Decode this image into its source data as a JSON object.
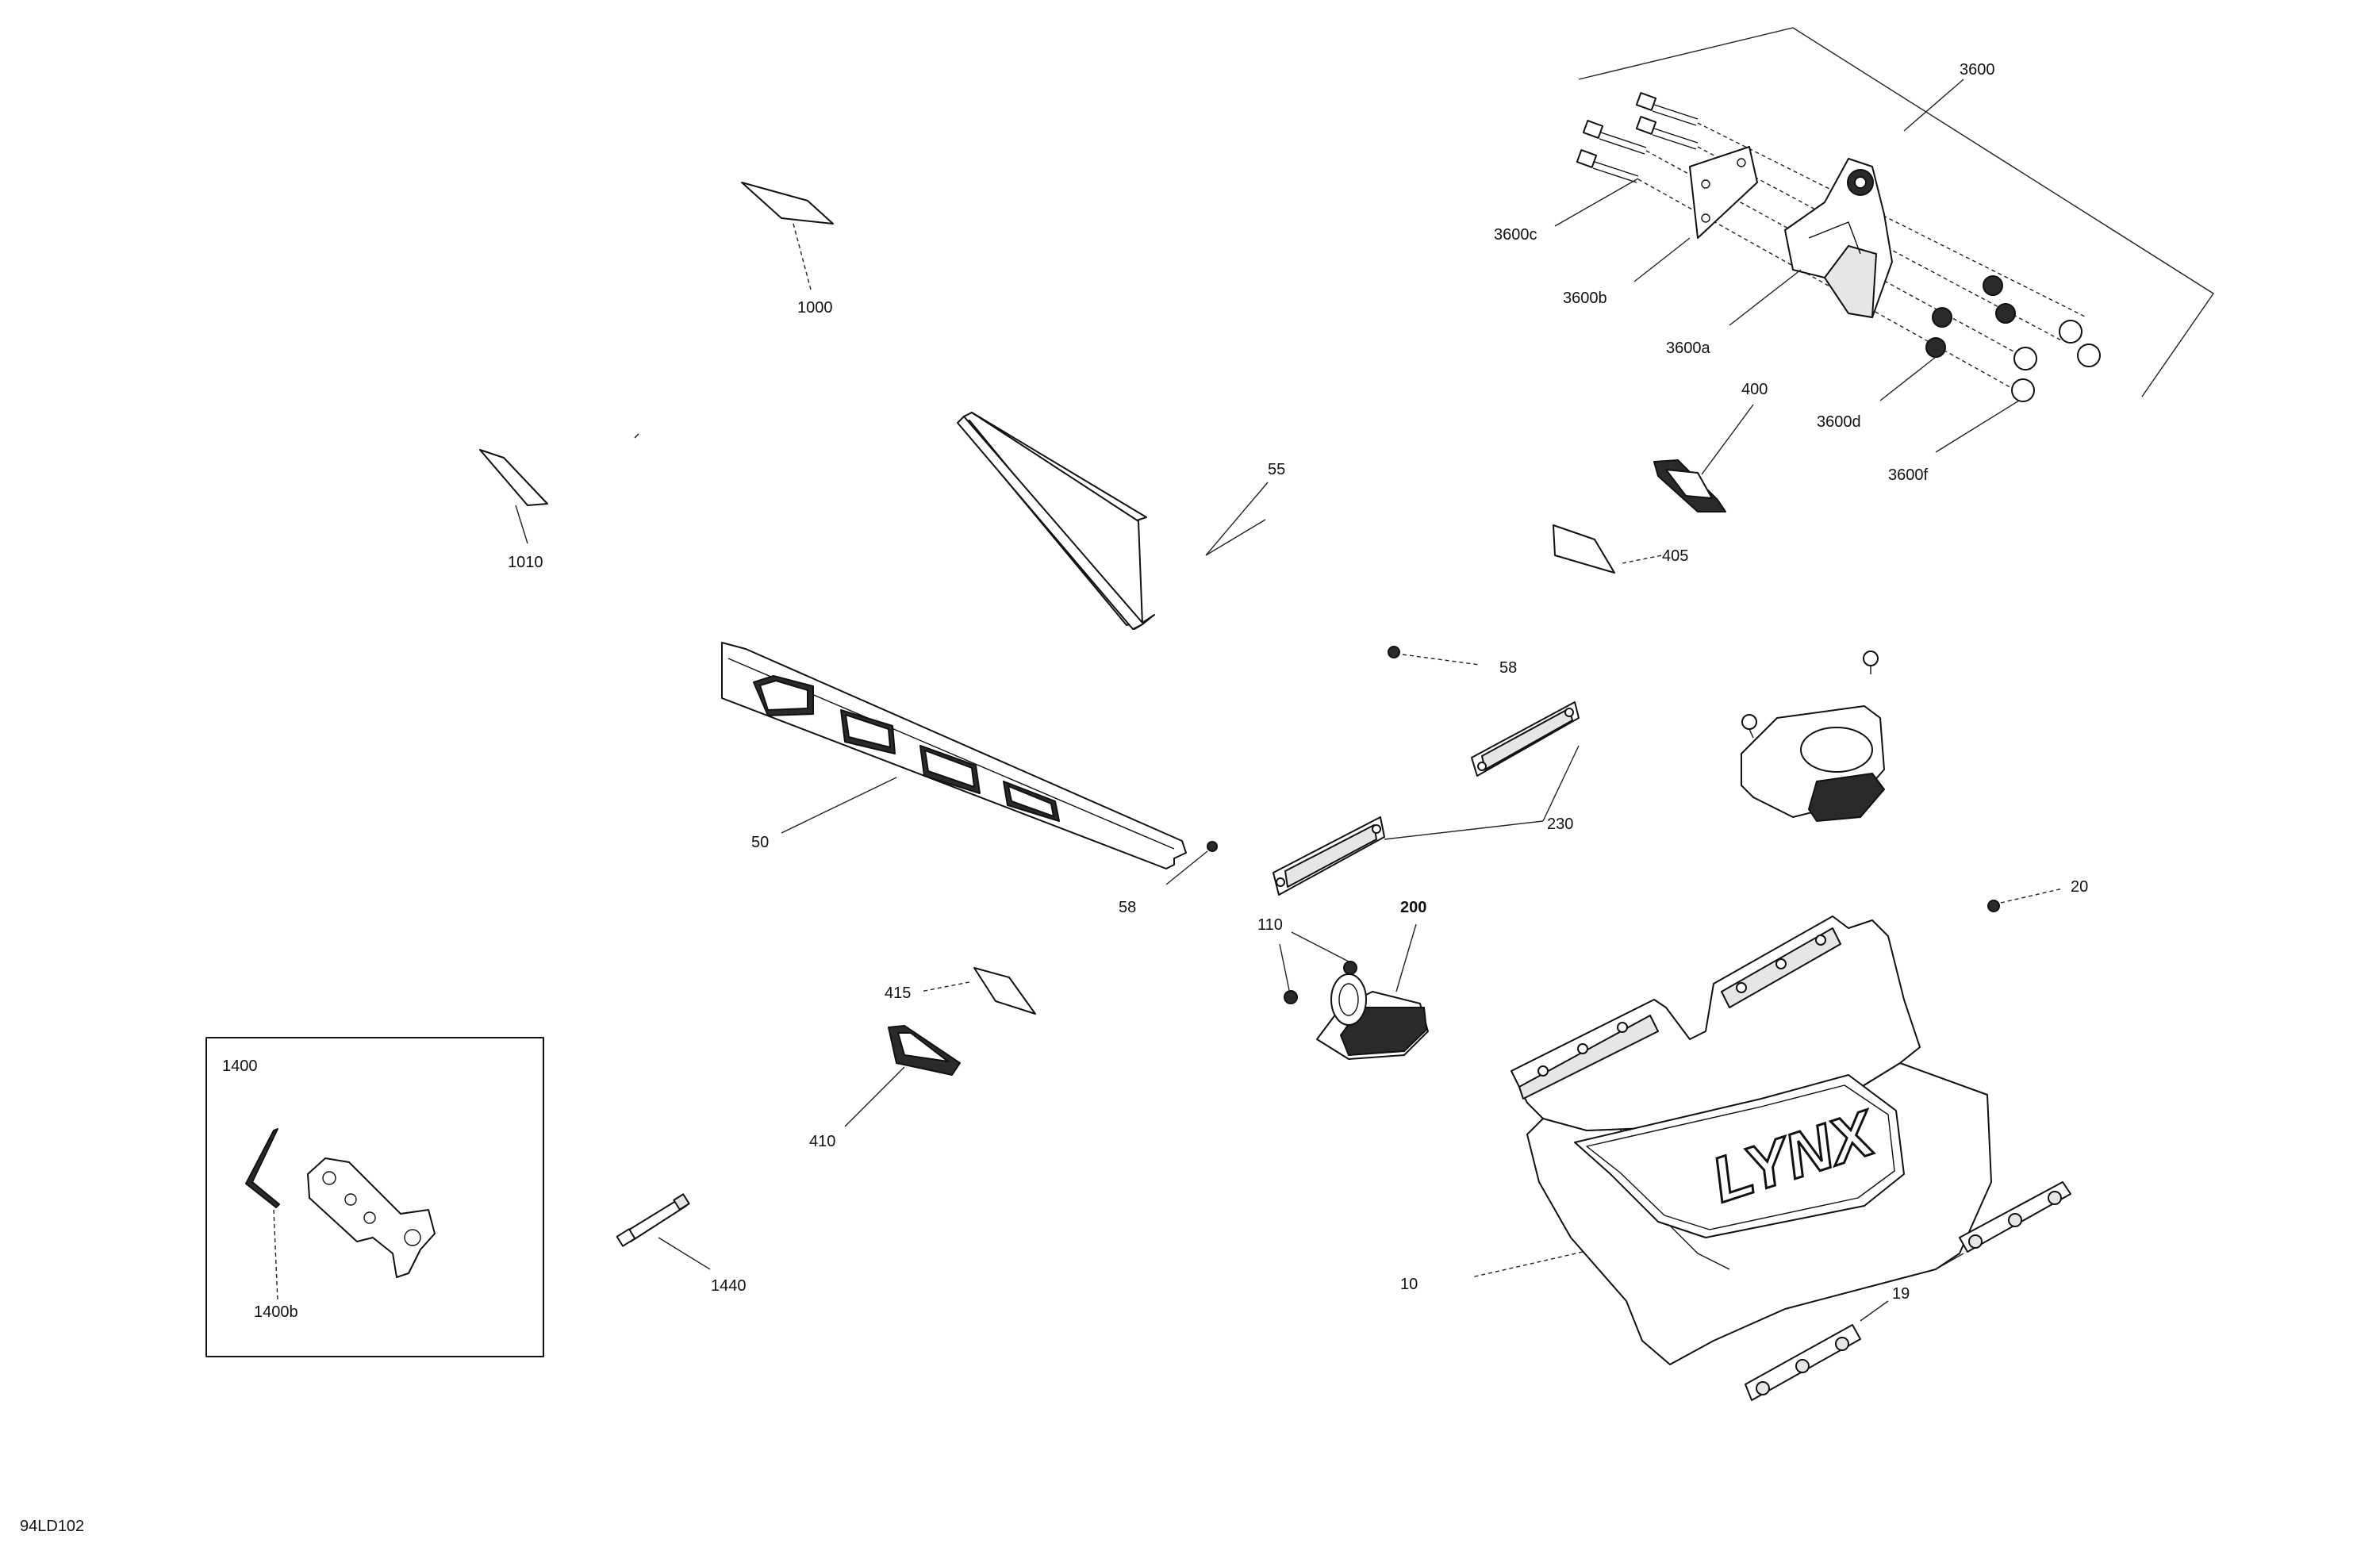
{
  "diagram": {
    "reference_code": "94LD102",
    "callouts": {
      "c3600": "3600",
      "c3600a": "3600a",
      "c3600b": "3600b",
      "c3600c": "3600c",
      "c3600d": "3600d",
      "c3600f": "3600f",
      "c1000": "1000",
      "c1010": "1010",
      "c55": "55",
      "c400": "400",
      "c405": "405",
      "c58a": "58",
      "c58b": "58",
      "c50": "50",
      "c230": "230",
      "c20": "20",
      "c200": "200",
      "c110": "110",
      "c415": "415",
      "c410": "410",
      "c1400": "1400",
      "c1400b": "1400b",
      "c1440": "1440",
      "c10": "10",
      "c19": "19"
    },
    "logo_text": "LYNX"
  }
}
